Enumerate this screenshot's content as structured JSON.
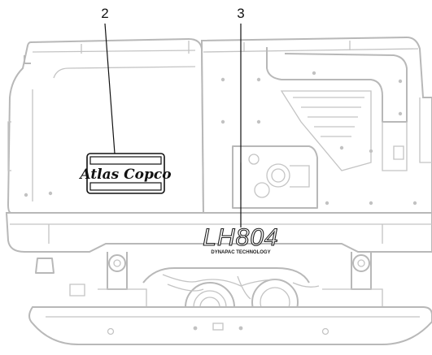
{
  "callouts": [
    {
      "number": "2",
      "target": "brand-decal"
    },
    {
      "number": "3",
      "target": "model-decal"
    }
  ],
  "brand_decal": {
    "text": "Atlas Copco"
  },
  "model_decal": {
    "model": "LH804",
    "subtitle": "DYNAPAC  TECHNOLOGY"
  },
  "colors": {
    "outline": "#b8b8b8",
    "ink": "#111111"
  }
}
